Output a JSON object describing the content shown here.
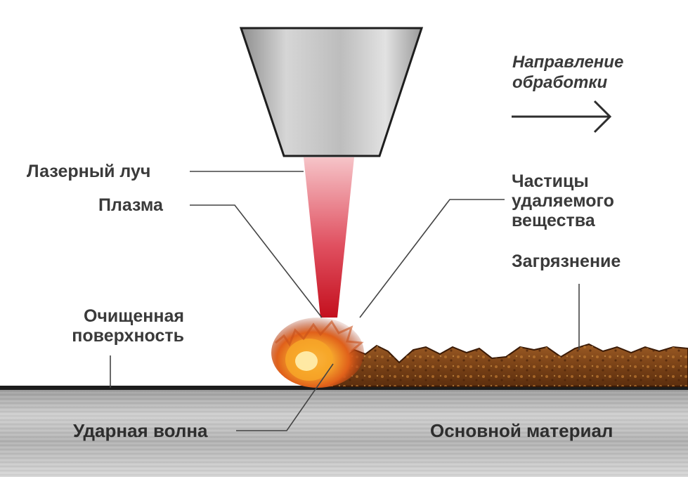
{
  "labels": {
    "direction": "Направление обработки",
    "laser_beam": "Лазерный луч",
    "plasma": "Плазма",
    "particles": "Частицы удаляемого вещества",
    "contamination": "Загрязнение",
    "cleaned_surface": "Очищенная поверхность",
    "shock_wave": "Ударная волна",
    "base_material": "Основной материал"
  },
  "colors": {
    "beam_top": "#f6c4c8",
    "beam_bottom": "#c4101e",
    "metal": "#b4b4b4",
    "rust_dark": "#6e3a12",
    "rust_light": "#b06a2a",
    "flame": "#f08a1c",
    "leader_line": "#444444"
  }
}
